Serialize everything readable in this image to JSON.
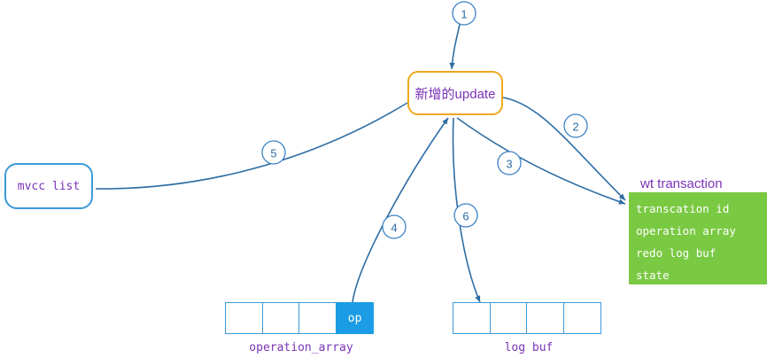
{
  "diagram": {
    "title_node": {
      "label": "新增的update"
    },
    "mvcc_node": {
      "label": "mvcc list"
    },
    "transaction": {
      "title": "wt transaction",
      "fields": [
        "transcation id",
        "operation array",
        "redo log buf",
        "state"
      ],
      "color": "#7ac943"
    },
    "operation_array": {
      "label": "operation_array",
      "cells": [
        "",
        "",
        "",
        "op"
      ],
      "filled_index": 3,
      "fill_color": "#1b9ce5"
    },
    "log_buf": {
      "label": "log buf",
      "cells": [
        "",
        "",
        "",
        ""
      ]
    },
    "edges": [
      {
        "number": "1"
      },
      {
        "number": "2"
      },
      {
        "number": "3"
      },
      {
        "number": "4"
      },
      {
        "number": "5"
      },
      {
        "number": "6"
      }
    ],
    "colors": {
      "node_border": "#f0a81e",
      "node_text": "#7b33b8",
      "edge": "#2e6da4",
      "box_blue": "#3b9ad9",
      "green": "#7ac943"
    }
  }
}
